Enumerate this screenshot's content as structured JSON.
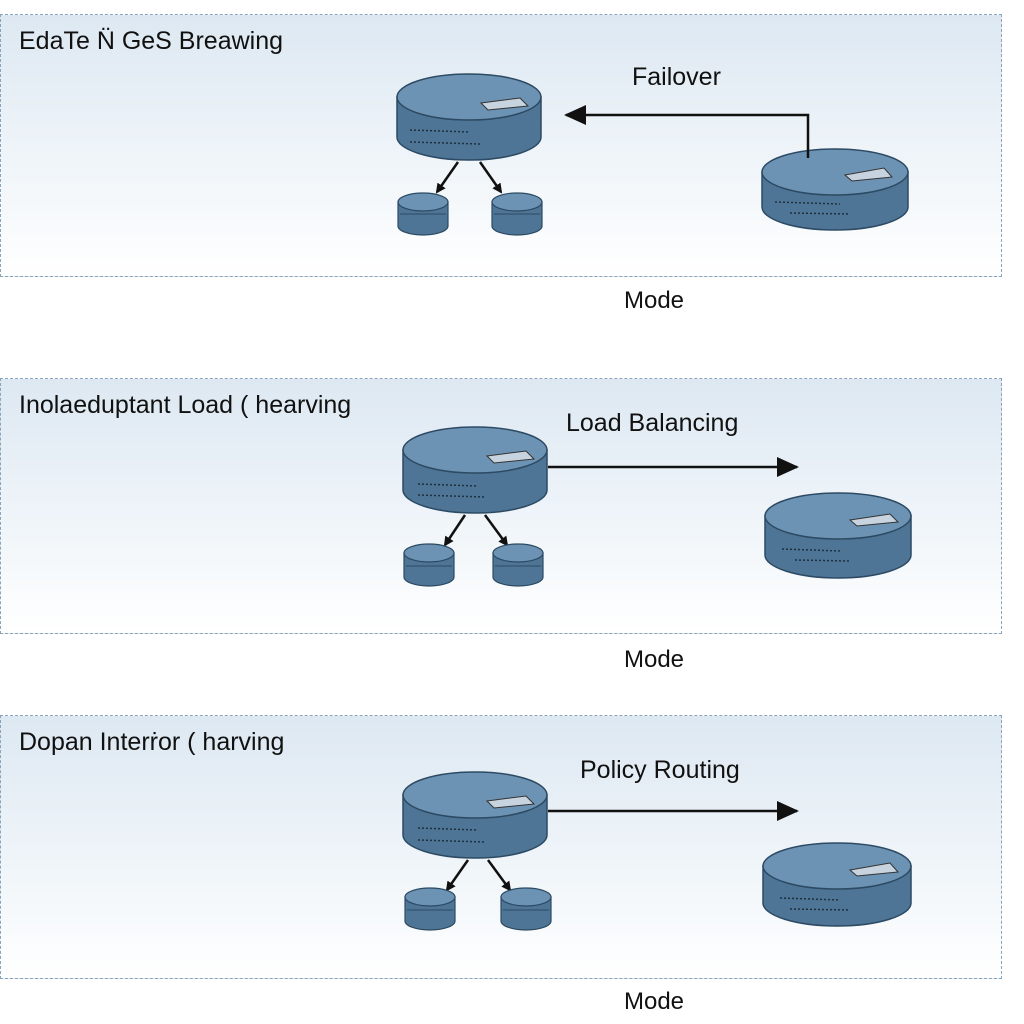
{
  "panels": [
    {
      "title": "EdaTe N̈ GeS Breawing",
      "arrow_label": "Failover",
      "mode_label": "Mode"
    },
    {
      "title": "Inolaeduptant Load ( hearving",
      "arrow_label": "Load Balancing",
      "mode_label": "Mode"
    },
    {
      "title": "Dopan Interṙor ( harving",
      "arrow_label": "Policy Routing",
      "mode_label": "Mode"
    }
  ],
  "icons": {
    "server": "database-cylinder-icon",
    "arrow": "arrow-icon"
  },
  "colors": {
    "cylinder_body": "#4f7596",
    "cylinder_top": "#6d93b4",
    "cylinder_edge": "#2c4a63",
    "panel_border": "#8aa4bb"
  }
}
